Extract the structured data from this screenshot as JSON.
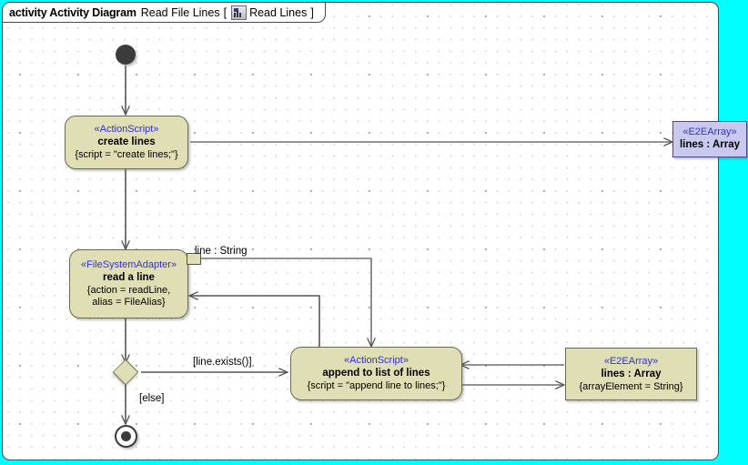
{
  "frame": {
    "keyword": "activity Activity Diagram",
    "name": "Read File Lines",
    "bracket_open": "[",
    "icon": "activity-diagram-icon",
    "inner_name": "Read Lines",
    "bracket_close": "]"
  },
  "colors": {
    "node_fill": "#E0DEB4",
    "node_border": "#6B6B55",
    "object_blue_fill": "#C9C9F0",
    "object_blue_border": "#4A4A8A",
    "stereotype_text": "#3333CC",
    "canvas_background": "#00FFFF",
    "frame_background": "#FFFFFF",
    "connector": "#555555"
  },
  "nodes": {
    "initial": {
      "kind": "initial-node",
      "label": ""
    },
    "create_lines": {
      "kind": "action",
      "stereotype": "«ActionScript»",
      "name": "create lines",
      "property": "{script = \"create lines;\"}"
    },
    "read_a_line": {
      "kind": "action",
      "stereotype": "«FileSystemAdapter»",
      "name": "read a line",
      "property_line1": "{action = readLine,",
      "property_line2": "alias = FileAlias}",
      "pin_label": "line : String"
    },
    "append_to_list": {
      "kind": "action",
      "stereotype": "«ActionScript»",
      "name": "append to list of lines",
      "property": "{script = \"append line to lines;\"}"
    },
    "lines_array_top": {
      "kind": "object",
      "stereotype": "«E2EArray»",
      "name": "lines : Array"
    },
    "lines_array_bottom": {
      "kind": "object",
      "stereotype": "«E2EArray»",
      "name": "lines : Array",
      "property": "{arrayElement = String}"
    },
    "decision": {
      "kind": "decision-node",
      "label": ""
    },
    "final": {
      "kind": "final-node",
      "label": ""
    }
  },
  "edge_labels": {
    "guard_exists": "[line.exists()]",
    "guard_else": "[else]"
  }
}
